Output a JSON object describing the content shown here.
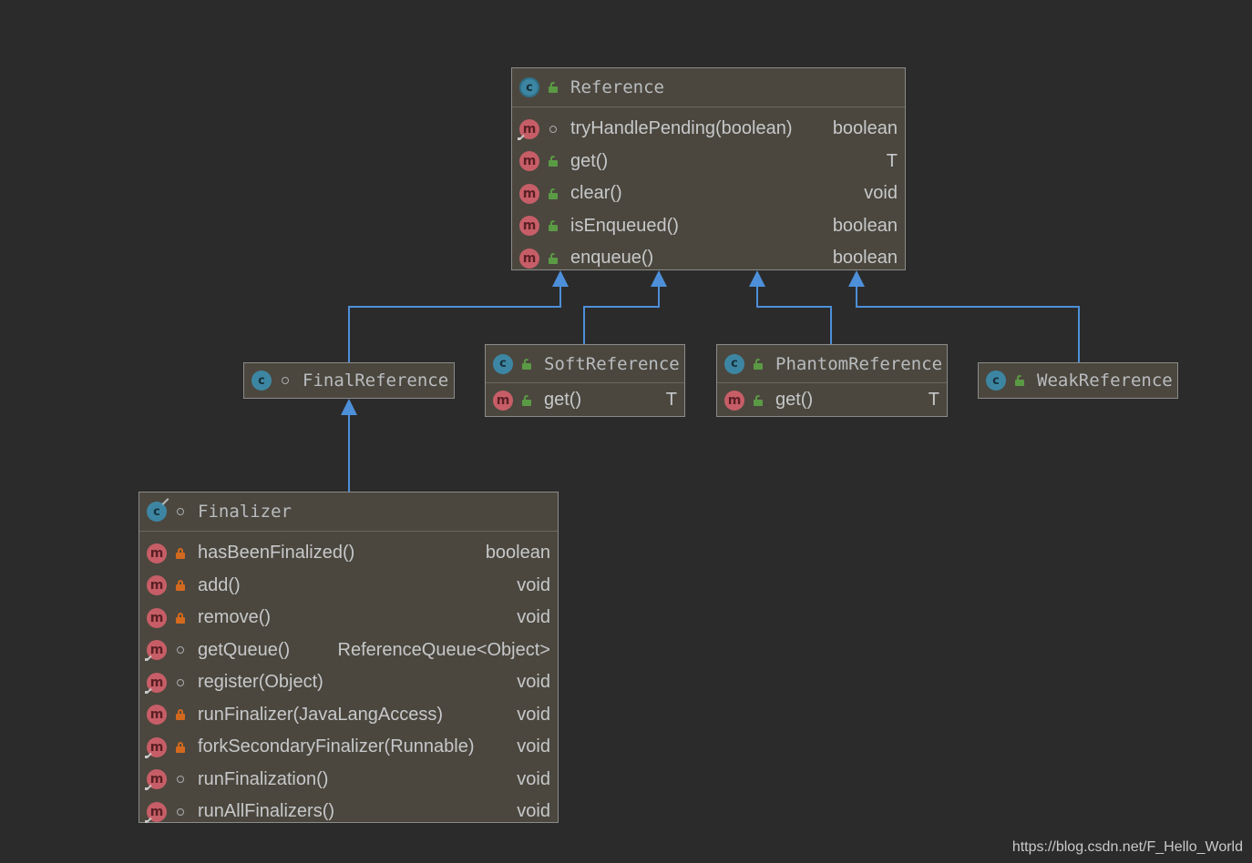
{
  "colors": {
    "background": "#2b2b2b",
    "node_fill": "#4b473e",
    "node_border": "#8b8b8b",
    "edge": "#4d8fd9",
    "class_icon": "#3d86a3",
    "method_icon": "#c75e67",
    "public": "#5b9a45",
    "private": "#d2691e"
  },
  "diagram": {
    "classes": {
      "reference": {
        "name": "Reference",
        "icon": "abstract-class-icon",
        "visibility": "public",
        "members": [
          {
            "name": "tryHandlePending(boolean)",
            "type": "boolean",
            "visibility": "package",
            "static": true
          },
          {
            "name": "get()",
            "type": "T",
            "visibility": "public",
            "static": false
          },
          {
            "name": "clear()",
            "type": "void",
            "visibility": "public",
            "static": false
          },
          {
            "name": "isEnqueued()",
            "type": "boolean",
            "visibility": "public",
            "static": false
          },
          {
            "name": "enqueue()",
            "type": "boolean",
            "visibility": "public",
            "static": false
          }
        ]
      },
      "final_reference": {
        "name": "FinalReference",
        "icon": "class-icon",
        "visibility": "package",
        "members": []
      },
      "soft_reference": {
        "name": "SoftReference",
        "icon": "class-icon",
        "visibility": "public",
        "members": [
          {
            "name": "get()",
            "type": "T",
            "visibility": "public",
            "static": false
          }
        ]
      },
      "phantom_reference": {
        "name": "PhantomReference",
        "icon": "class-icon",
        "visibility": "public",
        "members": [
          {
            "name": "get()",
            "type": "T",
            "visibility": "public",
            "static": false
          }
        ]
      },
      "weak_reference": {
        "name": "WeakReference",
        "icon": "class-icon",
        "visibility": "public",
        "members": []
      },
      "finalizer": {
        "name": "Finalizer",
        "icon": "final-class-icon",
        "visibility": "package",
        "members": [
          {
            "name": "hasBeenFinalized()",
            "type": "boolean",
            "visibility": "private",
            "static": false
          },
          {
            "name": "add()",
            "type": "void",
            "visibility": "private",
            "static": false
          },
          {
            "name": "remove()",
            "type": "void",
            "visibility": "private",
            "static": false
          },
          {
            "name": "getQueue()",
            "type": "ReferenceQueue<Object>",
            "visibility": "package",
            "static": true
          },
          {
            "name": "register(Object)",
            "type": "void",
            "visibility": "package",
            "static": true
          },
          {
            "name": "runFinalizer(JavaLangAccess)",
            "type": "void",
            "visibility": "private",
            "static": false
          },
          {
            "name": "forkSecondaryFinalizer(Runnable)",
            "type": "void",
            "visibility": "private",
            "static": true
          },
          {
            "name": "runFinalization()",
            "type": "void",
            "visibility": "package",
            "static": true
          },
          {
            "name": "runAllFinalizers()",
            "type": "void",
            "visibility": "package",
            "static": true
          }
        ]
      }
    },
    "edges": [
      {
        "from": "final_reference",
        "to": "reference",
        "kind": "extends"
      },
      {
        "from": "soft_reference",
        "to": "reference",
        "kind": "extends"
      },
      {
        "from": "phantom_reference",
        "to": "reference",
        "kind": "extends"
      },
      {
        "from": "weak_reference",
        "to": "reference",
        "kind": "extends"
      },
      {
        "from": "finalizer",
        "to": "final_reference",
        "kind": "extends"
      }
    ]
  },
  "watermark": "https://blog.csdn.net/F_Hello_World"
}
